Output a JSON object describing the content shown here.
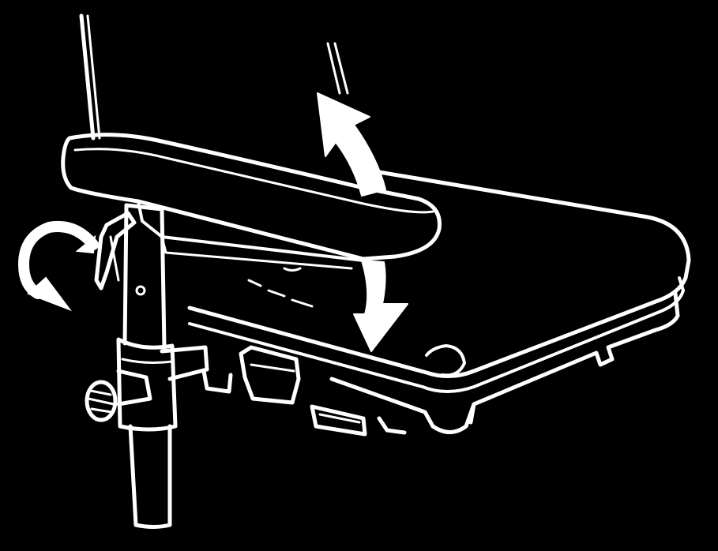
{
  "figure": {
    "background_color": "#000000",
    "line_color": "#ffffff"
  },
  "components": {
    "backrest_tube_left": "backrest-tube",
    "backrest_tube_right": "backrest-tube",
    "armrest_pad": "armrest-pad",
    "armrest_post": "armrest-post",
    "lever": "clamping-lever",
    "knob": "adjustment-knob",
    "seat": "seat-cushion",
    "mount_bracket": "mounting-bracket"
  },
  "arrows": {
    "height_up": "up-arrow-icon",
    "height_down": "down-arrow-icon",
    "lever_rotate": "rotate-arrow-icon"
  }
}
